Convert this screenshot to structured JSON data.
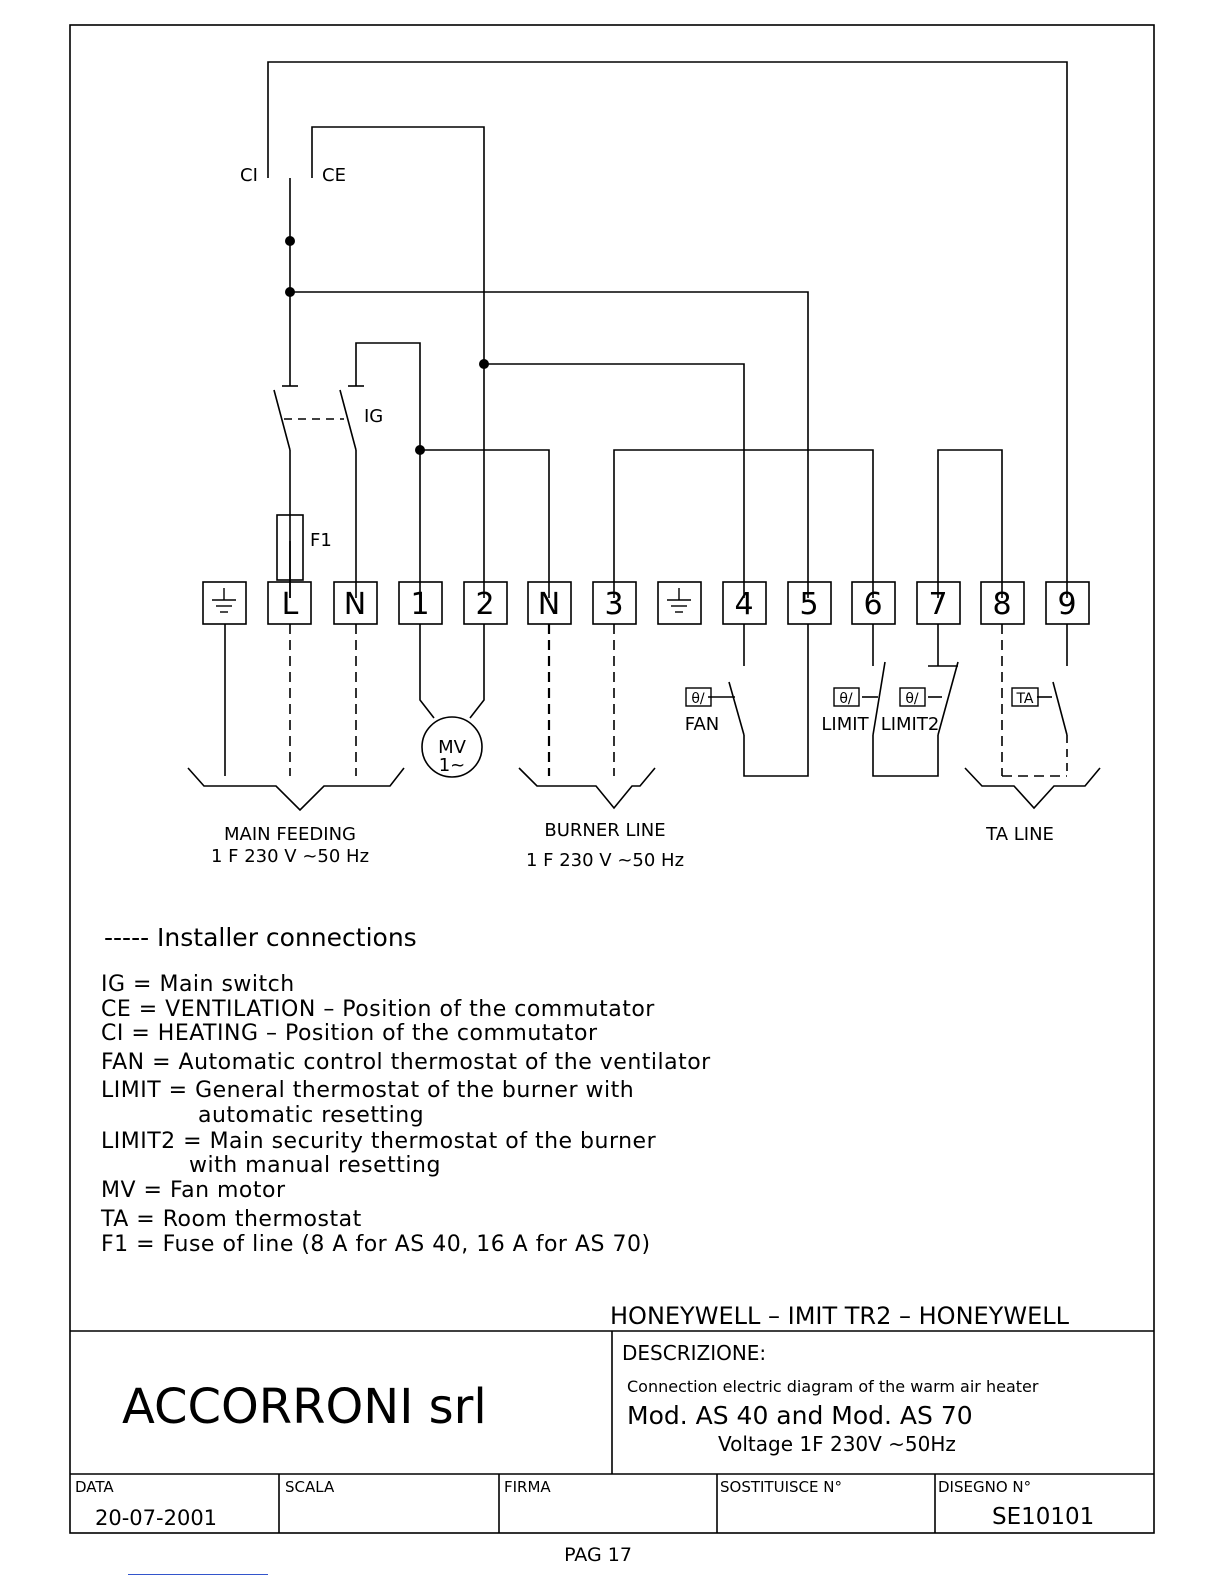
{
  "diagram": {
    "switch_labels": {
      "ci": "CI",
      "ce": "CE",
      "ig": "IG",
      "fuse": "F1"
    },
    "terminals": [
      "⏚",
      "L",
      "N",
      "1",
      "2",
      "N",
      "3",
      "⏚",
      "4",
      "5",
      "6",
      "7",
      "8",
      "9"
    ],
    "motor": {
      "line1": "MV",
      "line2": "1~"
    },
    "thermostats": {
      "fan_symbol": "θ/",
      "fan_label": "FAN",
      "limit_symbol": "θ/",
      "limit_label": "LIMIT",
      "limit2_symbol": "θ/",
      "limit2_label": "LIMIT2",
      "ta_symbol": "TA"
    },
    "groups": {
      "main_title": "MAIN FEEDING",
      "main_sub": "1 F 230 V ~50 Hz",
      "burner_title": "BURNER LINE",
      "burner_sub": "1 F 230 V ~50 Hz",
      "ta_title": "TA LINE"
    }
  },
  "legend": {
    "installer": "----- Installer connections",
    "items": [
      "IG = Main switch",
      "CE =  VENTILATION – Position of the commutator",
      "CI = HEATING – Position of the commutator",
      "FAN = Automatic control thermostat of the ventilator",
      "LIMIT = General thermostat of the burner with",
      "automatic resetting",
      "LIMIT2 = Main security thermostat of the burner",
      "with manual resetting",
      "MV = Fan motor",
      "TA = Room thermostat",
      "F1 = Fuse of line (8 A for AS 40, 16 A for AS 70)"
    ]
  },
  "title_block": {
    "header": "HONEYWELL – IMIT TR2 – HONEYWELL",
    "company": "ACCORRONI srl",
    "descr_label": "DESCRIZIONE:",
    "descr_line1": "Connection electric diagram of the warm air heater",
    "descr_line2": "Mod. AS 40 and Mod. AS 70",
    "descr_line3": "Voltage 1F 230V ~50Hz",
    "data_label": "DATA",
    "data_value": "20-07-2001",
    "scala_label": "SCALA",
    "firma_label": "FIRMA",
    "sost_label": "SOSTITUISCE N°",
    "disegno_label": "DISEGNO N°",
    "disegno_value": "SE10101"
  },
  "page_number": "PAG 17"
}
